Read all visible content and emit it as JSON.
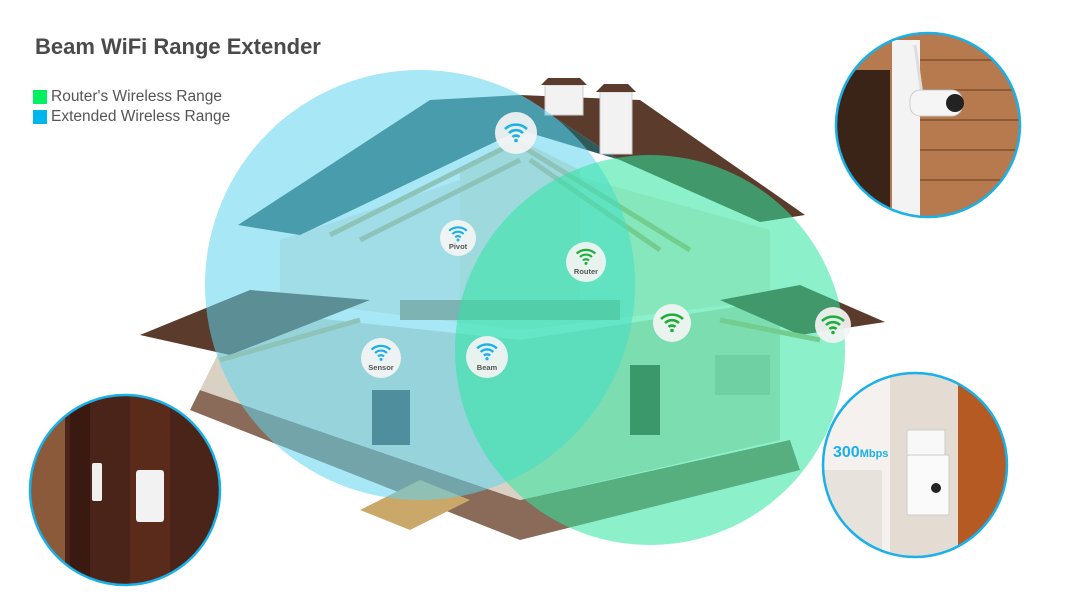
{
  "title": "Beam WiFi Range Extender",
  "legend": [
    {
      "label": "Router's Wireless Range",
      "color": "#00f060"
    },
    {
      "label": "Extended Wireless Range",
      "color": "#00b4ec"
    }
  ],
  "badges": {
    "pivot": "Pivot",
    "router": "Router",
    "sensor": "Sensor",
    "beam": "Beam"
  },
  "inset_speed": {
    "value": "300",
    "unit": "Mbps"
  },
  "colors": {
    "extended": "#5fd4ef",
    "router": "#2ee6a0",
    "blue_wifi": "#1ab0e8",
    "green_wifi": "#1fae3a",
    "inset_border": "#1ab0e8"
  }
}
